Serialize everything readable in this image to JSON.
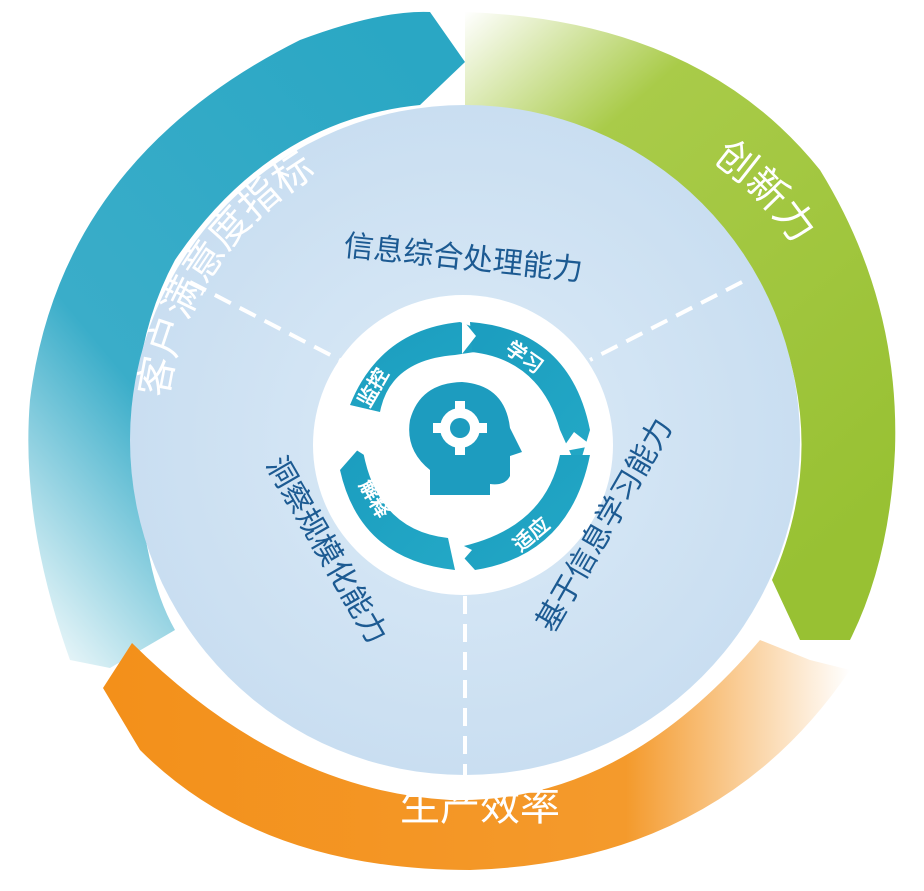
{
  "outer_ring": {
    "top_left": "客户满意度指标",
    "top_right": "创新力",
    "bottom": "生产效率"
  },
  "inner_sections": {
    "top": "信息综合处理能力",
    "right": "基于信息学习能力",
    "left": "洞察规模化能力"
  },
  "center_cycle": {
    "top_right": "学习",
    "bottom_right": "适应",
    "bottom_left": "解释",
    "top_left": "监控"
  },
  "center_icon": "head-gear-icon",
  "colors": {
    "blue_ring": "#2ba9c6",
    "green_ring": "#9fc53a",
    "orange_ring": "#f3931f",
    "inner_disc": "#cfe3f3",
    "cycle_blue": "#1fa1c1",
    "icon_blue": "#1d9cbf",
    "inner_text": "#1c5a92"
  }
}
